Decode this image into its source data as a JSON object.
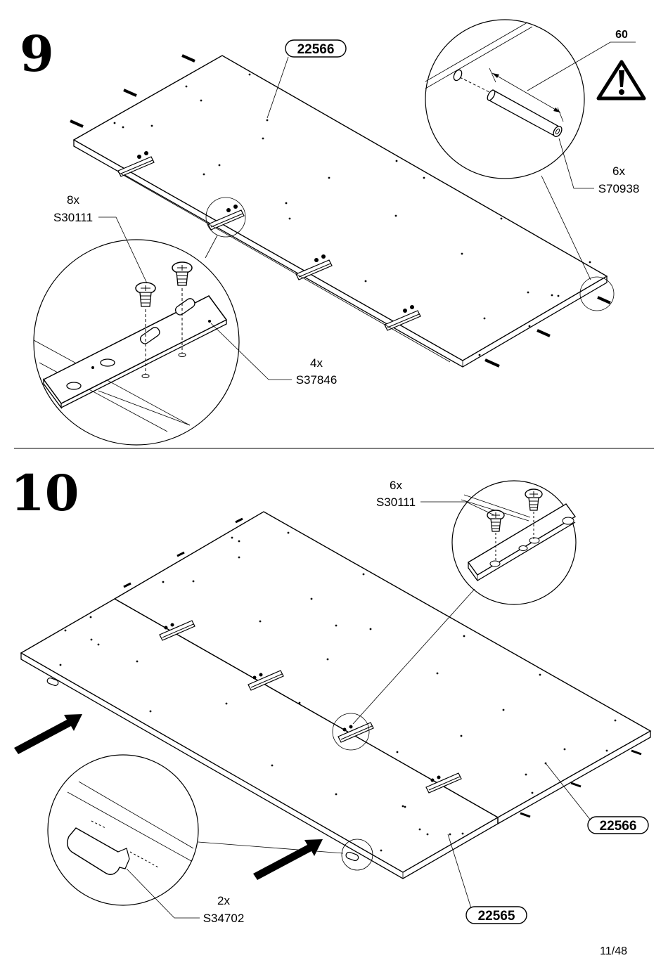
{
  "page_number": "11/48",
  "steps": [
    {
      "number": "9",
      "panel_part": "22566",
      "callouts": [
        {
          "qty": "8x",
          "part": "S30111"
        },
        {
          "qty": "4x",
          "part": "S37846"
        },
        {
          "qty": "6x",
          "part": "S70938"
        }
      ],
      "dimension": "60",
      "warning_icon": "warning-triangle-icon"
    },
    {
      "number": "10",
      "panel_parts": [
        "22566",
        "22565"
      ],
      "callouts": [
        {
          "qty": "6x",
          "part": "S30111"
        },
        {
          "qty": "2x",
          "part": "S34702"
        }
      ]
    }
  ]
}
